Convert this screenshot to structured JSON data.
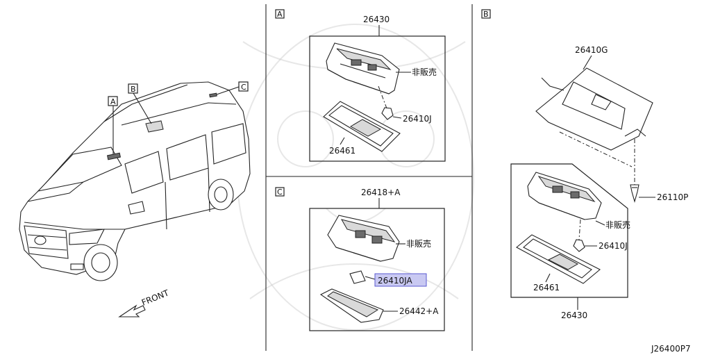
{
  "panels": {
    "a": {
      "tag": "A"
    },
    "b": {
      "tag": "B"
    },
    "c": {
      "tag": "C"
    }
  },
  "vehicle": {
    "marker_a": "A",
    "marker_b": "B",
    "marker_c": "C",
    "front_label": "FRONT"
  },
  "panel_a": {
    "assembly_no": "26430",
    "not_sold": "非販売",
    "bulb": "26410J",
    "lens": "26461"
  },
  "panel_c": {
    "assembly_no": "26418+A",
    "not_sold": "非販売",
    "bulb": "26410JA",
    "lens": "26442+A"
  },
  "panel_b": {
    "bracket": "26410G",
    "screw": "26110P",
    "not_sold": "非販売",
    "bulb": "26410J",
    "lens": "26461",
    "assembly_no": "26430"
  },
  "footer": {
    "diagram_code": "J26400P7"
  },
  "colors": {
    "highlight": "#c9c9f2",
    "line": "#222222"
  }
}
